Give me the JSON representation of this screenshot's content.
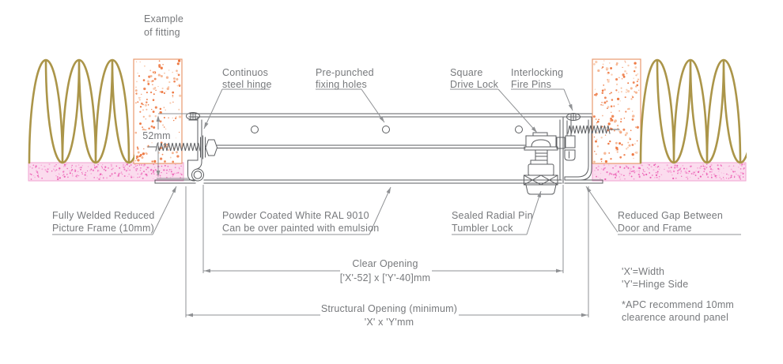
{
  "note_example": {
    "l1": "Example",
    "l2": "of fitting"
  },
  "callouts": {
    "hinge": {
      "l1": "Continuos",
      "l2": "steel hinge"
    },
    "holes": {
      "l1": "Pre-punched",
      "l2": "fixing holes"
    },
    "drive_lock": {
      "l1": "Square",
      "l2": "Drive Lock"
    },
    "fire_pins": {
      "l1": "Interlocking",
      "l2": "Fire Pins"
    },
    "frame": {
      "l1": "Fully Welded Reduced",
      "l2": "Picture Frame (10mm)"
    },
    "powder": {
      "l1": "Powder Coated White RAL 9010",
      "l2": "Can be over painted with emulsion"
    },
    "tumbler": {
      "l1": "Sealed Radial Pin",
      "l2": "Tumbler Lock"
    },
    "gap": {
      "l1": "Reduced Gap Between",
      "l2": "Door and Frame"
    }
  },
  "dimensions": {
    "depth": "52mm",
    "clear": {
      "l1": "Clear Opening",
      "l2": "['X'-52] x ['Y'-40]mm"
    },
    "structural": {
      "l1": "Structural Opening (minimum)",
      "l2": "'X' x 'Y'mm"
    }
  },
  "legend": {
    "x": "'X'=Width",
    "y": "'Y'=Hinge Side",
    "note1": "*APC recommend 10mm",
    "note2": "clearence around panel"
  },
  "colors": {
    "text": "#77797c",
    "metal": "#5b5d60",
    "dim": "#8f9194",
    "insulation": "#ab9549",
    "block_border": "#e89a6e",
    "block_speckle": "#ee7a44",
    "board_bg": "#fbdcee",
    "board_border": "#f2a3d2",
    "board_speckle": "#f07cc3",
    "background": "#ffffff"
  }
}
